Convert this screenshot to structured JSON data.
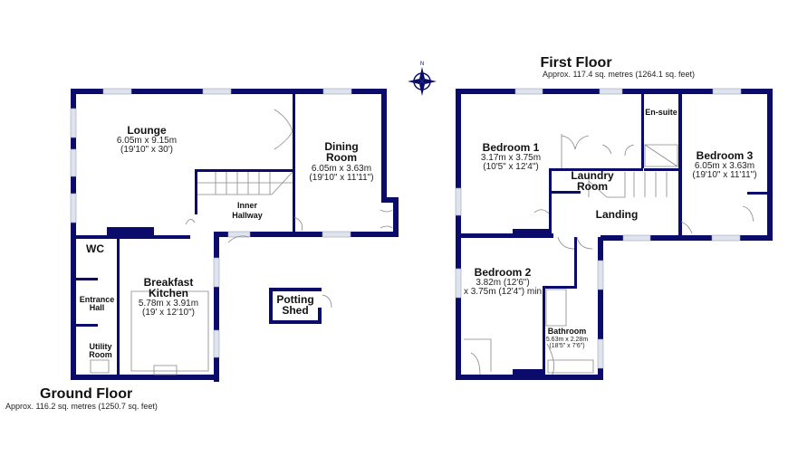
{
  "colors": {
    "walls": "#0b0b6b",
    "windows": "#dfe3ee"
  },
  "compass": {
    "icon": "north-compass-icon",
    "label": "N"
  },
  "ground_floor": {
    "title": "Ground Floor",
    "area": "Approx. 116.2 sq. metres (1250.7 sq. feet)",
    "rooms": [
      {
        "name": "Lounge",
        "dims": [
          "6.05m x 9.15m",
          "(19'10\" x 30')"
        ]
      },
      {
        "name_lines": [
          "Dining",
          "Room"
        ],
        "dims": [
          "6.05m x 3.63m",
          "(19'10\" x 11'11\")"
        ]
      },
      {
        "name_lines": [
          "Inner",
          "Hallway"
        ]
      },
      {
        "name": "WC"
      },
      {
        "name_lines": [
          "Entrance",
          "Hall"
        ]
      },
      {
        "name_lines": [
          "Utility",
          "Room"
        ]
      },
      {
        "name_lines": [
          "Breakfast",
          "Kitchen"
        ],
        "dims": [
          "5.78m x 3.91m",
          "(19' x 12'10\")"
        ]
      },
      {
        "name_lines": [
          "Potting",
          "Shed"
        ]
      }
    ]
  },
  "first_floor": {
    "title": "First Floor",
    "area": "Approx. 117.4 sq. metres (1264.1 sq. feet)",
    "rooms": [
      {
        "name": "Bedroom 1",
        "dims": [
          "3.17m x 3.75m",
          "(10'5\" x 12'4\")"
        ]
      },
      {
        "name": "En-suite"
      },
      {
        "name": "Bedroom 3",
        "dims": [
          "6.05m x 3.63m",
          "(19'10\" x 11'11\")"
        ]
      },
      {
        "name_lines": [
          "Laundry",
          "Room"
        ]
      },
      {
        "name": "Landing"
      },
      {
        "name": "Bedroom 2",
        "dims": [
          "3.82m (12'6\")",
          "x 3.75m (12'4\") min"
        ]
      },
      {
        "name": "Bathroom",
        "dims": [
          "5.63m x 2.28m",
          "(18'5\" x 7'6\")"
        ]
      }
    ]
  }
}
